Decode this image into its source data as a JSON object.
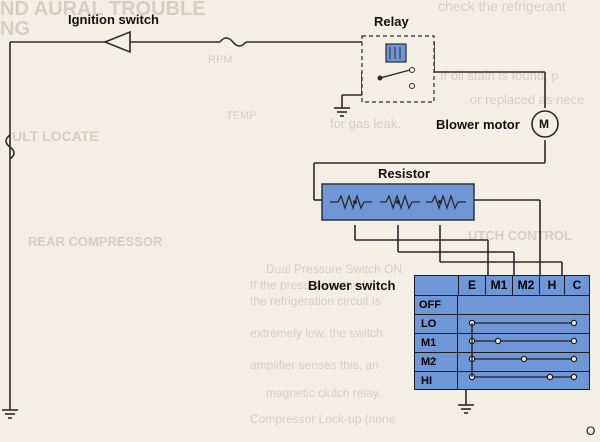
{
  "labels": {
    "ignition_switch": "Ignition switch",
    "relay": "Relay",
    "blower_motor": "Blower motor",
    "motor_symbol": "M",
    "resistor": "Resistor",
    "blower_switch": "Blower switch",
    "corner_mark": "O"
  },
  "switch_table": {
    "columns": [
      "E",
      "M1",
      "M2",
      "H",
      "C"
    ],
    "rows": [
      "OFF",
      "LO",
      "M1",
      "M2",
      "HI"
    ]
  },
  "ghost_text": {
    "heading_top": "ND AURAL TROUBLE",
    "heading_top2": "NG",
    "fault_locate": "ULT LOCATE",
    "rear_compressor": "REAR COMPRESSOR",
    "clutch_control": "UTCH CONTROL",
    "dual_pressure": "Dual Pressure Switch ON",
    "pressure_line": "If the pressure in the hi",
    "refrigeration_line": "the refrigeration circuit is",
    "extremely_line": "extremely low, the switch",
    "amplifier_line": "amplifier senses this, an",
    "clutch_relay": "magnetic clutch relay.",
    "compressor_lockup": "Compressor Lock-up (none",
    "rpm": "RPM",
    "temp": "TEMP",
    "refrigerant": "check the refrigerant",
    "found_line": "If oil stain is found, p",
    "replaced_line": "or replaced as nece",
    "gas_leak": "for gas leak."
  },
  "colors": {
    "paper": "#f4efe4",
    "wire": "#2a2a2a",
    "component_fill": "#6f96d6",
    "table_fill": "#6f96d6",
    "ghost_text": "#bdb4a6"
  }
}
